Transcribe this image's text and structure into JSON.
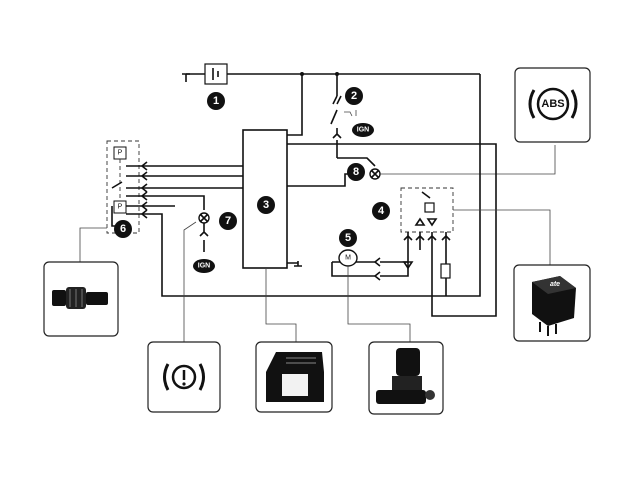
{
  "diagram": {
    "badges": {
      "b1": "1",
      "b2": "2",
      "b3": "3",
      "b4": "4",
      "b5": "5",
      "b6": "6",
      "b7": "7",
      "b8": "8"
    },
    "ign": {
      "ign_top": "IGN",
      "ign_bottom": "IGN"
    },
    "switch_labels": {
      "p_top": "P",
      "p_bottom": "P"
    },
    "abs_text": "ABS",
    "brake_warning_text": "(!)",
    "motor_label": "M",
    "relay_logo": "ate"
  },
  "colors": {
    "ink": "#111111",
    "background": "#ffffff"
  },
  "icons": [
    "battery-icon",
    "ignition-switch-icon",
    "warning-lamp-icon",
    "pump-motor-icon",
    "relay-icon",
    "pressure-switch-icon",
    "abs-warning-icon",
    "brake-warning-icon",
    "pressure-switch-photo-icon",
    "control-unit-photo-icon",
    "hydraulic-unit-photo-icon",
    "relay-photo-icon"
  ]
}
